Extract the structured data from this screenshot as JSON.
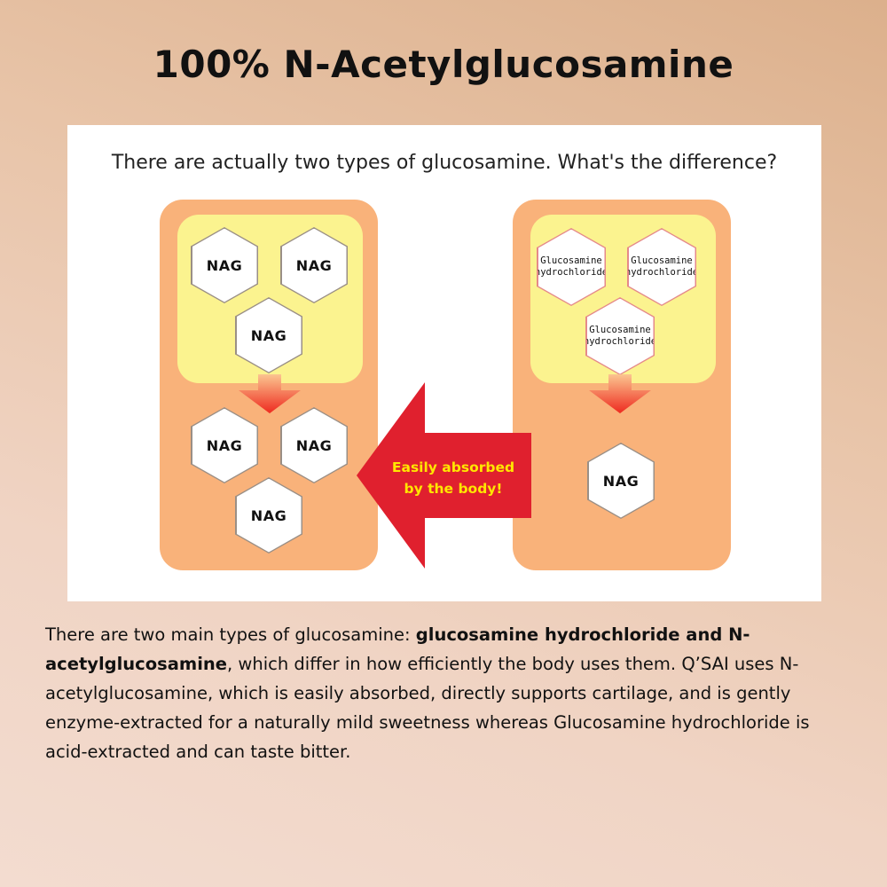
{
  "title": "100% N-Acetylglucosamine",
  "question": "There are actually two types of glucosamine. What's the difference?",
  "left_panel": {
    "top_hexes": [
      "NAG",
      "NAG",
      "NAG"
    ],
    "bottom_hexes": [
      "NAG",
      "NAG",
      "NAG"
    ]
  },
  "right_panel": {
    "top_hexes": [
      {
        "line1": "Glucosamine",
        "line2": "hydrochloride"
      },
      {
        "line1": "Glucosamine",
        "line2": "hydrochloride"
      },
      {
        "line1": "Glucosamine",
        "line2": "hydrochloride"
      }
    ],
    "bottom_hex": "NAG"
  },
  "arrow_label": {
    "line1": "Easily absorbed",
    "line2": "by the body!"
  },
  "paragraph": {
    "intro": "There are two main types of glucosamine: ",
    "bold": "glucosamine hydrochloride and N-acetylglucosamine",
    "rest": ", which differ in how efficiently the body uses them. Q’SAI uses N-acetylglucosamine, which is easily absorbed, directly supports cartilage, and is gently enzyme-extracted for a naturally mild sweetness whereas  Glucosamine hydrochloride is acid-extracted and can taste bitter."
  },
  "colors": {
    "panel": "#f9b27a",
    "inner": "#fbf38f",
    "arrow_red": "#e0202e",
    "arrow_text": "#ffe600"
  }
}
